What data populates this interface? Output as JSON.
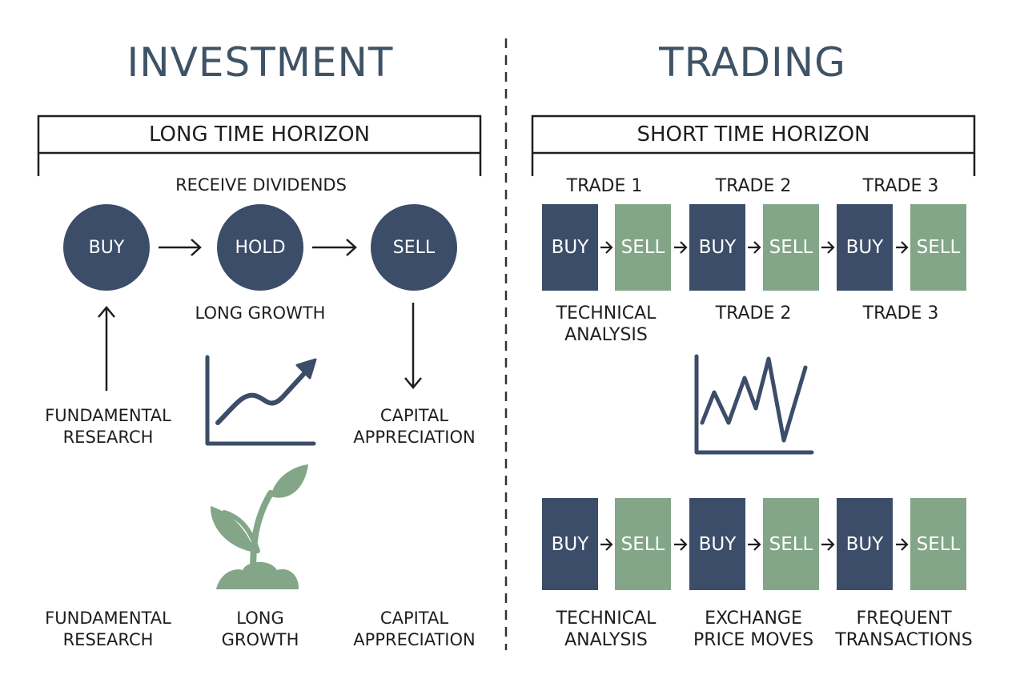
{
  "colors": {
    "navy": "#3b4d68",
    "green": "#82a687",
    "title": "#3f5366"
  },
  "investment": {
    "title": "INVESTMENT",
    "horizon": "LONG TIME HORIZON",
    "dividends": "RECEIVE DIVIDENDS",
    "steps": [
      "BUY",
      "HOLD",
      "SELL"
    ],
    "growth_label": "LONG GROWTH",
    "research_label": [
      "FUNDAMENTAL",
      "RESEARCH"
    ],
    "appreciation_label": [
      "CAPITAL",
      "APPRECIATION"
    ],
    "bottom_labels": [
      [
        "FUNDAMENTAL",
        "RESEARCH"
      ],
      [
        "LONG",
        "GROWTH"
      ],
      [
        "CAPITAL",
        "APPRECIATION"
      ]
    ]
  },
  "trading": {
    "title": "TRADING",
    "horizon": "SHORT TIME HORIZON",
    "trade_headers": [
      "TRADE 1",
      "TRADE 2",
      "TRADE 3"
    ],
    "buy_label": "BUY",
    "sell_label": "SELL",
    "mid_labels": [
      [
        "TECHNICAL",
        "ANALYSIS"
      ],
      [
        "TRADE 2"
      ],
      [
        "TRADE 3"
      ]
    ],
    "bottom_labels": [
      [
        "TECHNICAL",
        "ANALYSIS"
      ],
      [
        "EXCHANGE",
        "PRICE MOVES"
      ],
      [
        "FREQUENT",
        "TRANSACTIONS"
      ]
    ]
  },
  "icons": [
    "arrow-right-icon",
    "arrow-up-icon",
    "arrow-down-icon",
    "rising-chart-icon",
    "volatile-chart-icon",
    "sprout-icon"
  ]
}
